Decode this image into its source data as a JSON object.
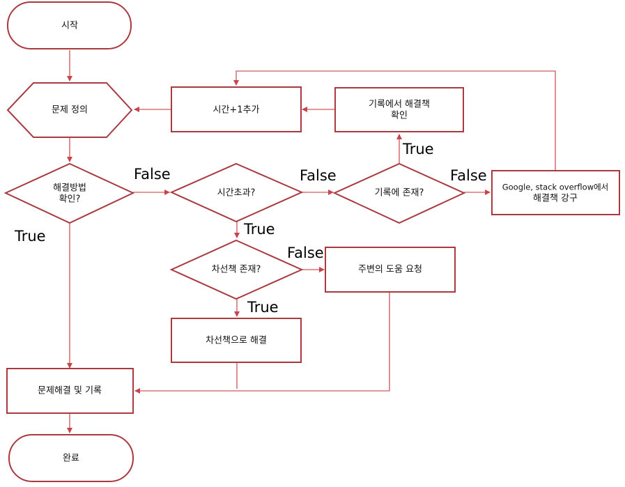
{
  "nodes": {
    "start": "시작",
    "define": "문제 정의",
    "check_solution": [
      "해결방법",
      "확인?"
    ],
    "time_add": "시간+1추가",
    "check_record": [
      "기록에서 해결책",
      "확인"
    ],
    "timeout": "시간초과?",
    "in_record": "기록에 존재?",
    "search_online": [
      "Google, stack overflow에서",
      "해결책 강구"
    ],
    "alt_exists": "차선책 존재?",
    "ask_help": "주변의 도움 요청",
    "resolve_alt": "차선책으로 해결",
    "solve_record": "문제해결 및 기록",
    "done": "완료"
  },
  "edge_labels": {
    "check_false": "False",
    "check_true": "True",
    "timeout_false": "False",
    "timeout_true": "True",
    "record_false": "False",
    "record_true": "True",
    "alt_false": "False",
    "alt_true": "True"
  },
  "colors": {
    "shape_stroke": "#a8393f",
    "edge": "#d9757a"
  }
}
